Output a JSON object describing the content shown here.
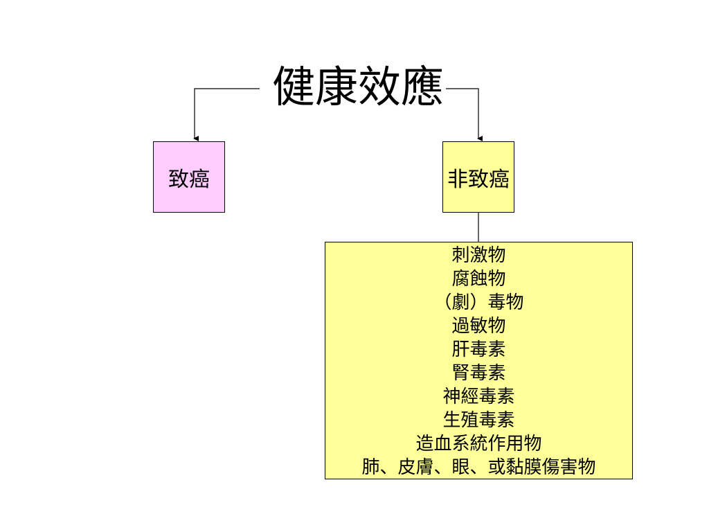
{
  "title": "健康效應",
  "colors": {
    "carcinogenic_fill": "#ffccff",
    "noncarcinogenic_fill": "#ffff99",
    "lines": "#000000"
  },
  "nodes": {
    "carcinogenic": "致癌",
    "noncarcinogenic": "非致癌"
  },
  "noncarcinogenic_effects": [
    "刺激物",
    "腐蝕物",
    "（劇）毒物",
    "過敏物",
    "肝毒素",
    "腎毒素",
    "神經毒素",
    "生殖毒素",
    "造血系統作用物",
    "肺、皮膚、眼、或黏膜傷害物"
  ]
}
